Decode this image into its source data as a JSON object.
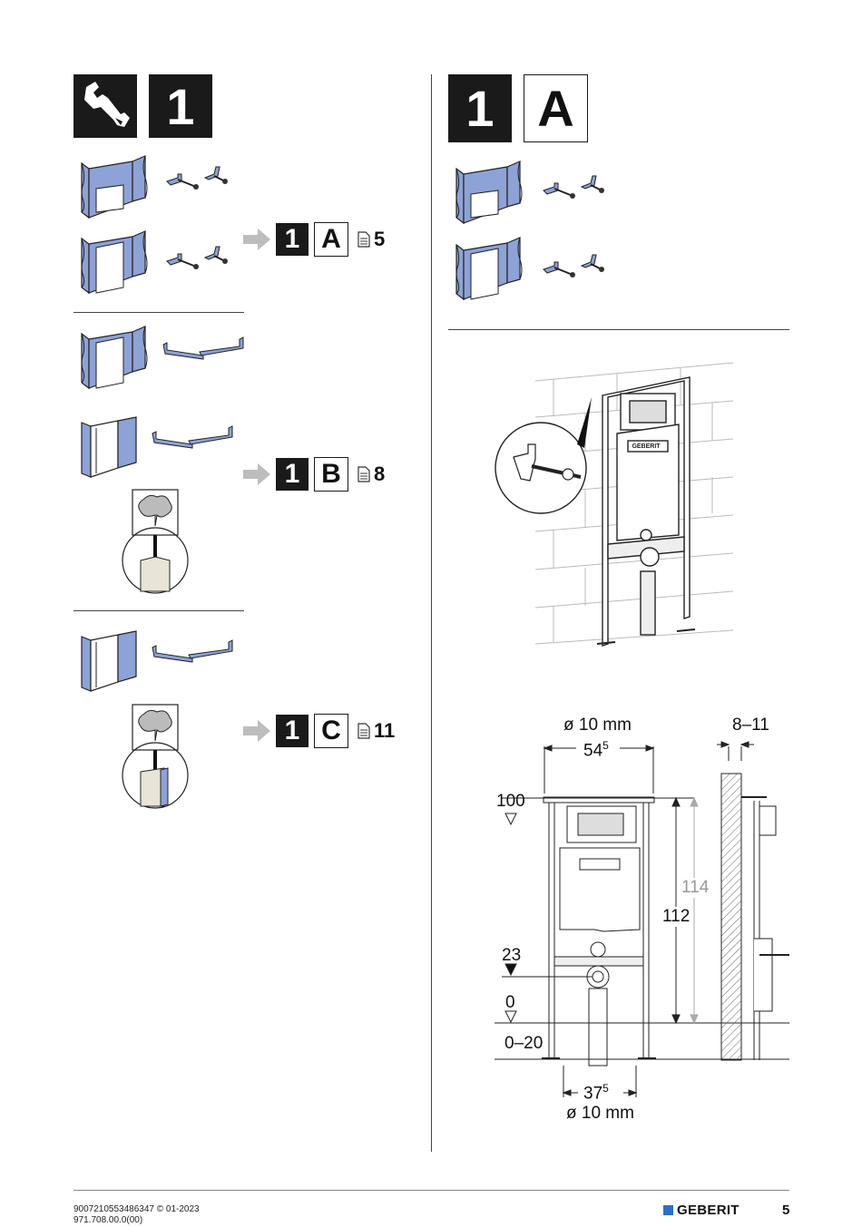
{
  "header_left": {
    "step_number": "1"
  },
  "header_right": {
    "step_number": "1",
    "step_letter": "A"
  },
  "references": [
    {
      "step": "1",
      "letter": "A",
      "page": "5"
    },
    {
      "step": "1",
      "letter": "B",
      "page": "8"
    },
    {
      "step": "1",
      "letter": "C",
      "page": "11"
    }
  ],
  "dimensions": {
    "top_diameter": "ø 10 mm",
    "top_width": "54",
    "top_width_sup": "5",
    "wall_range": "8–11",
    "level_100": "100",
    "level_23": "23",
    "level_0": "0",
    "floor_range": "0–20",
    "height_114": "114",
    "height_112": "112",
    "bottom_width": "37",
    "bottom_width_sup": "5",
    "bottom_diameter": "ø 10 mm"
  },
  "figure_labels": {
    "frame_brand": "GEBERIT"
  },
  "footer": {
    "doc_code": "9007210553486347 © 01-2023",
    "doc_number": "971.708.00.0(00)",
    "brand": "GEBERIT",
    "page_number": "5"
  },
  "colors": {
    "wall_blue": "#8da2d6",
    "accent_blue": "#2a6fc9",
    "box_black": "#1a1a1a"
  }
}
